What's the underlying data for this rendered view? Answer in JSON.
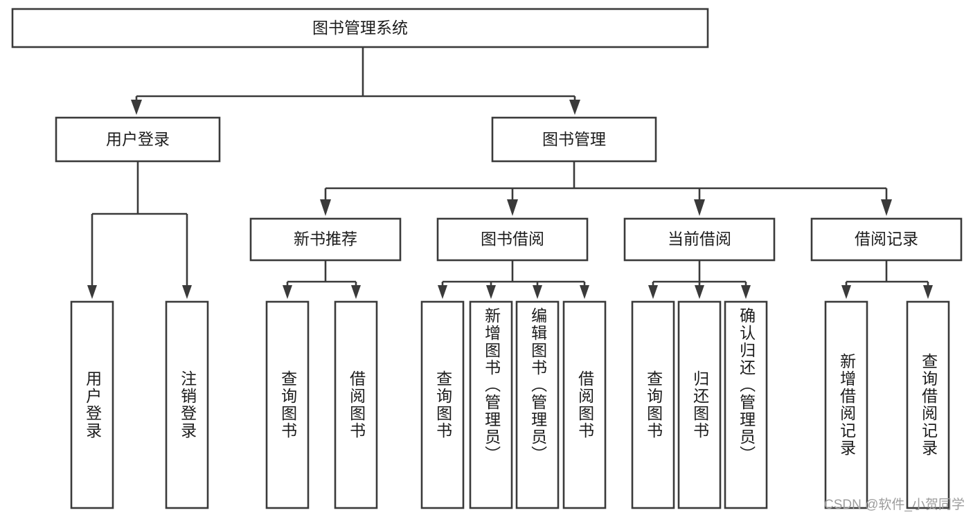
{
  "diagram": {
    "title": "图书管理系统",
    "type": "tree",
    "orientation": "top-down",
    "colors": {
      "box_stroke": "#3a3a3a",
      "box_fill": "#ffffff",
      "connector": "#3a3a3a",
      "text": "#1c1c1c",
      "background": "#ffffff",
      "watermark": "#9d9d9d"
    },
    "root": {
      "id": "root",
      "label": "图书管理系统",
      "orientation": "horizontal"
    },
    "level2": [
      {
        "id": "user-login",
        "label": "用户登录",
        "orientation": "horizontal"
      },
      {
        "id": "book-management",
        "label": "图书管理",
        "orientation": "horizontal"
      }
    ],
    "level3": [
      {
        "id": "new-book-recommend",
        "label": "新书推荐",
        "orientation": "horizontal",
        "parent": "book-management"
      },
      {
        "id": "book-borrow",
        "label": "图书借阅",
        "orientation": "horizontal",
        "parent": "book-management"
      },
      {
        "id": "current-borrow",
        "label": "当前借阅",
        "orientation": "horizontal",
        "parent": "book-management"
      },
      {
        "id": "borrow-record",
        "label": "借阅记录",
        "orientation": "horizontal",
        "parent": "book-management"
      }
    ],
    "leaves": [
      {
        "id": "leaf-user-login",
        "label": "用户登录",
        "parent": "user-login",
        "orientation": "vertical"
      },
      {
        "id": "leaf-logout",
        "label": "注销登录",
        "parent": "user-login",
        "orientation": "vertical"
      },
      {
        "id": "leaf-query-book-1",
        "label": "查询图书",
        "parent": "new-book-recommend",
        "orientation": "vertical"
      },
      {
        "id": "leaf-borrow-book-1",
        "label": "借阅图书",
        "parent": "new-book-recommend",
        "orientation": "vertical"
      },
      {
        "id": "leaf-query-book-2",
        "label": "查询图书",
        "parent": "book-borrow",
        "orientation": "vertical"
      },
      {
        "id": "leaf-add-book",
        "label": "新增图书（管理员）",
        "parent": "book-borrow",
        "orientation": "vertical"
      },
      {
        "id": "leaf-edit-book",
        "label": "编辑图书（管理员）",
        "parent": "book-borrow",
        "orientation": "vertical"
      },
      {
        "id": "leaf-borrow-book-2",
        "label": "借阅图书",
        "parent": "book-borrow",
        "orientation": "vertical"
      },
      {
        "id": "leaf-query-book-3",
        "label": "查询图书",
        "parent": "current-borrow",
        "orientation": "vertical"
      },
      {
        "id": "leaf-return-book",
        "label": "归还图书",
        "parent": "current-borrow",
        "orientation": "vertical"
      },
      {
        "id": "leaf-confirm-return",
        "label": "确认归还（管理员）",
        "parent": "current-borrow",
        "orientation": "vertical"
      },
      {
        "id": "leaf-add-record",
        "label": "新增借阅记录",
        "parent": "borrow-record",
        "orientation": "vertical"
      },
      {
        "id": "leaf-query-record",
        "label": "查询借阅记录",
        "parent": "borrow-record",
        "orientation": "vertical"
      }
    ]
  },
  "watermark": {
    "text": "CSDN @软件_小贺同学"
  }
}
